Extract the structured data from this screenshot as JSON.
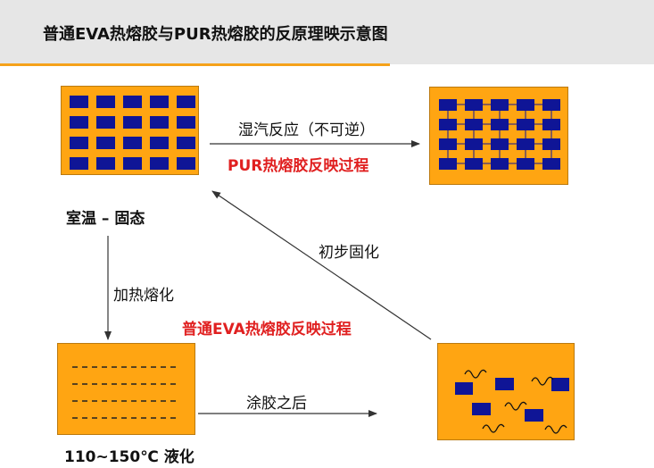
{
  "title": "普通EVA热熔胶与PUR热熔胶的反原理映示意图",
  "states": {
    "solid": "室温 – 固态",
    "liquid": "110~150℃ 液化"
  },
  "arrows": {
    "heat_melt": "加热熔化",
    "after_glue": "涂胶之后",
    "initial_cure": "初步固化",
    "moisture_reaction": "湿汽反应（不可逆）"
  },
  "processes": {
    "pur": "PUR热熔胶反映过程",
    "eva": "普通EVA热熔胶反映过程"
  },
  "colors": {
    "orange": "#ffa512",
    "blue": "#0f1596",
    "accent": "#f5a21a",
    "red": "#e02020"
  }
}
